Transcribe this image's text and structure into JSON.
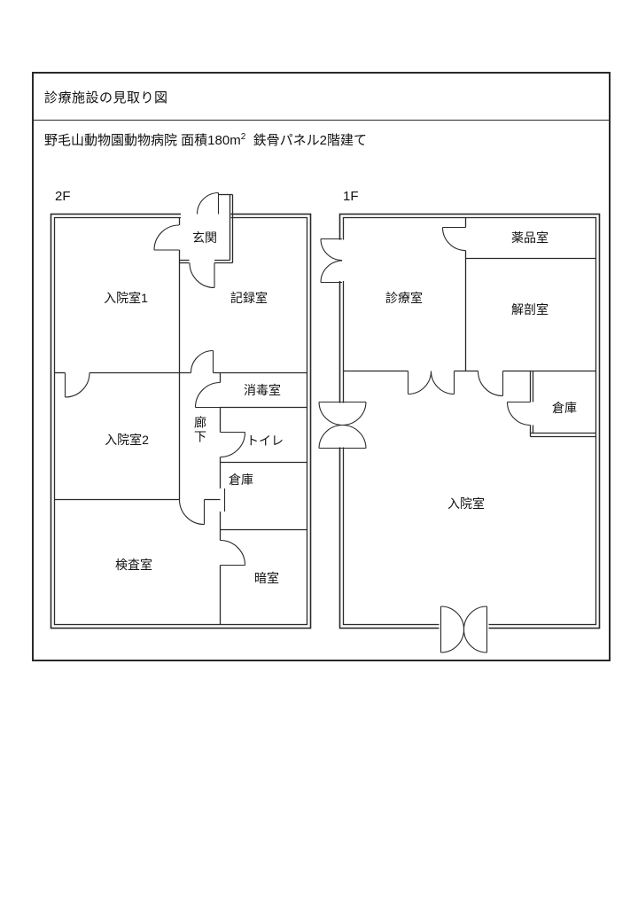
{
  "page": {
    "title": "診療施設の見取り図",
    "subtitle": {
      "prefix": "野毛山動物園動物病院 面積180m",
      "sup": "2",
      "suffix": "  鉄骨パネル2階建て"
    }
  },
  "colors": {
    "wall": "#2a2a2a",
    "background": "#ffffff"
  },
  "floors": [
    {
      "label": "2F",
      "rooms": [
        "玄関",
        "入院室1",
        "記録室",
        "消毒室",
        "入院室2",
        "廊下",
        "トイレ",
        "倉庫",
        "検査室",
        "暗室"
      ]
    },
    {
      "label": "1F",
      "rooms": [
        "診療室",
        "薬品室",
        "解剖室",
        "倉庫",
        "入院室"
      ]
    }
  ]
}
